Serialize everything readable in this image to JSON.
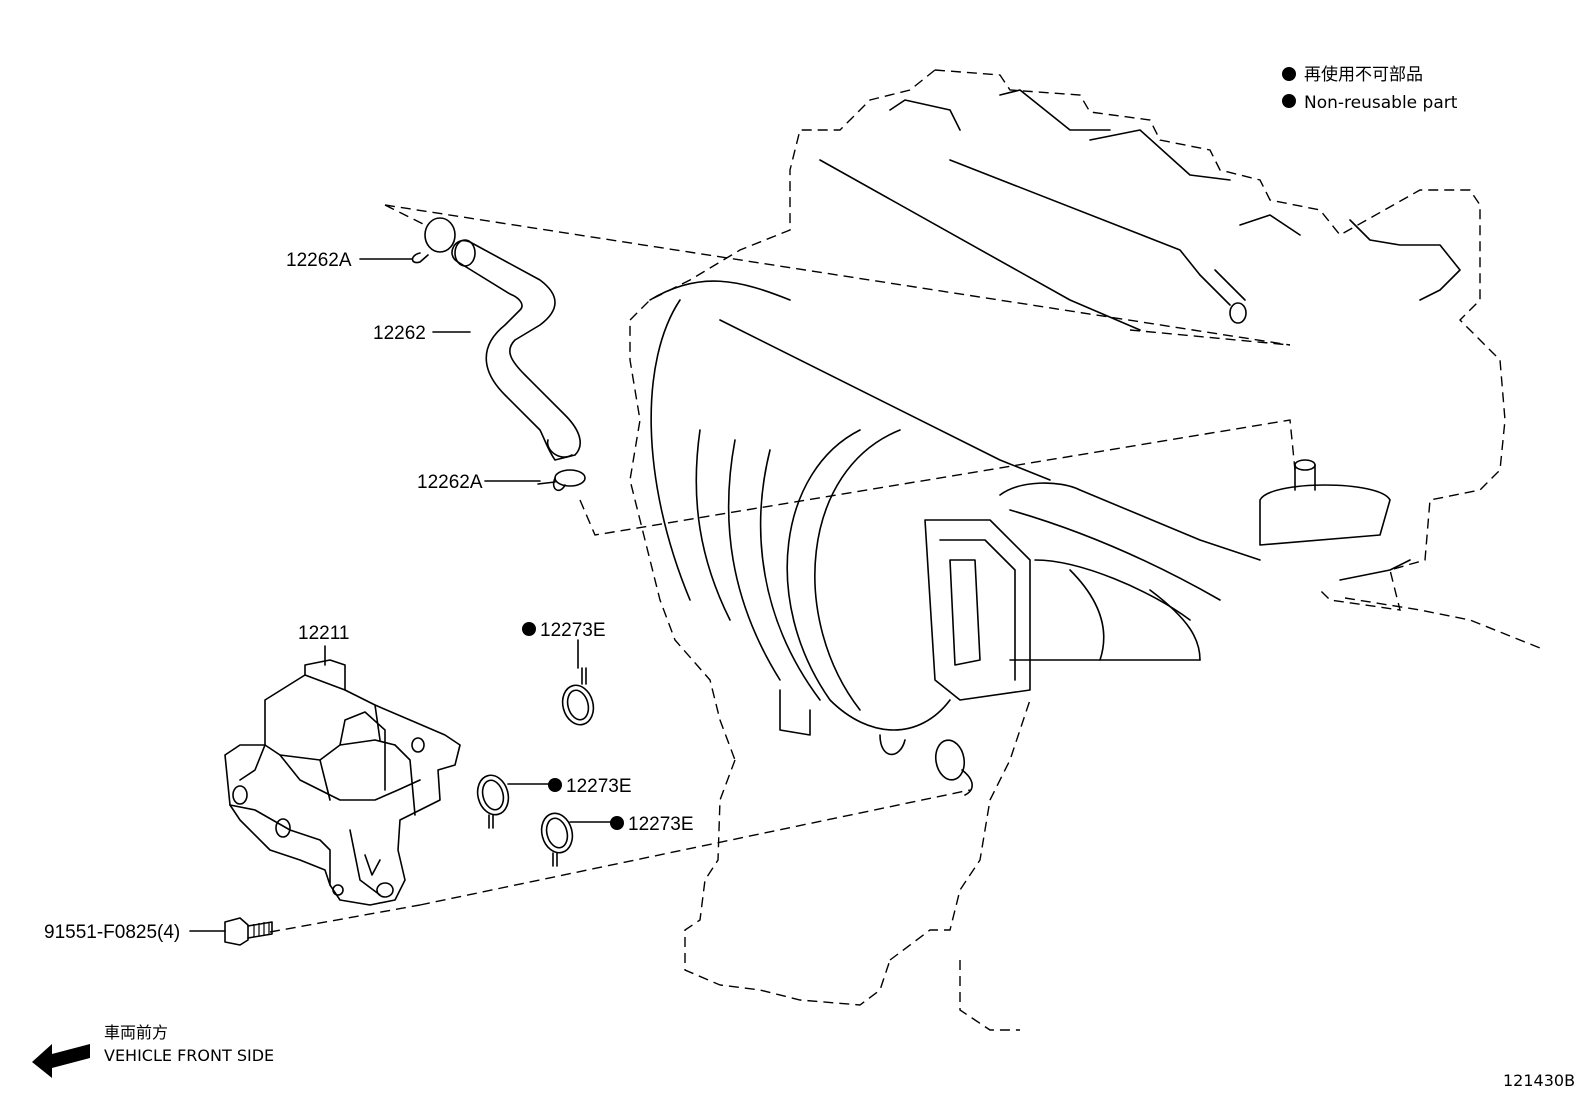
{
  "legend": {
    "jp": "再使用不可部品",
    "en": "Non-reusable part"
  },
  "parts": {
    "hose_clamp_top": "12262A",
    "hose": "12262",
    "hose_clamp_bottom": "12262A",
    "separator": "12211",
    "gasket_1": "12273E",
    "gasket_2": "12273E",
    "gasket_3": "12273E",
    "bolt": "91551-F0825(4)"
  },
  "direction": {
    "jp": "車両前方",
    "en": "VEHICLE FRONT SIDE"
  },
  "figure_id": "121430B"
}
